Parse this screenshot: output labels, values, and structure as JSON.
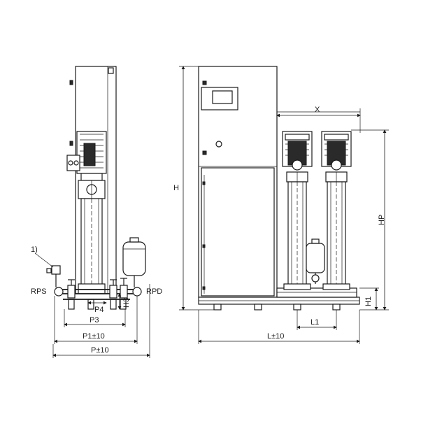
{
  "labels": {
    "note": "1)",
    "rps": "RPS",
    "rpd": "RPD",
    "p4": "P4",
    "h3": "H3",
    "p3": "P3",
    "p1": "P1±10",
    "p": "P±10",
    "h": "H",
    "x": "X",
    "hp": "HP",
    "h1": "H1",
    "l1": "L1",
    "l": "L±10"
  }
}
